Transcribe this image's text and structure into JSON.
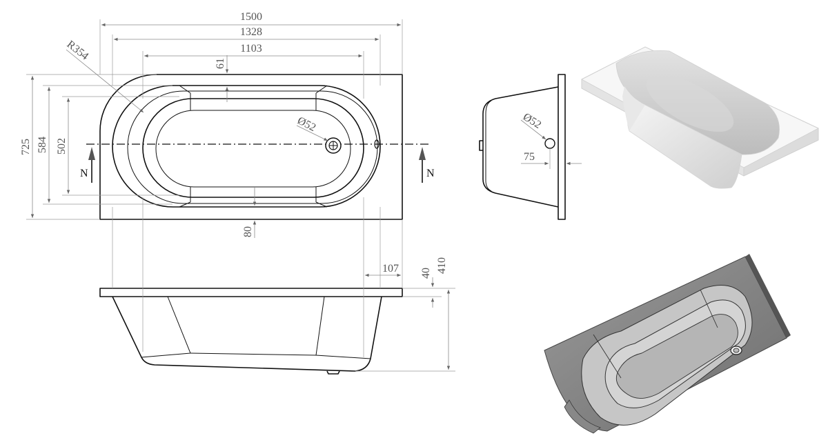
{
  "drawing": {
    "dimensions": {
      "overall_length": "1500",
      "inner_length_rim": "1328",
      "inner_length_bottom": "1103",
      "overall_width": "725",
      "inner_width_rim": "584",
      "inner_width_bottom": "502",
      "corner_radius": "R354",
      "rim_offset_top": "61",
      "rim_offset_bottom": "80",
      "drain_diameter_plan": "Ø52",
      "drain_diameter_side": "Ø52",
      "drain_offset_side": "75",
      "drain_offset_front": "107",
      "rim_thickness": "40",
      "overall_depth": "410"
    },
    "section_markers": {
      "left": "N",
      "right": "N"
    }
  }
}
